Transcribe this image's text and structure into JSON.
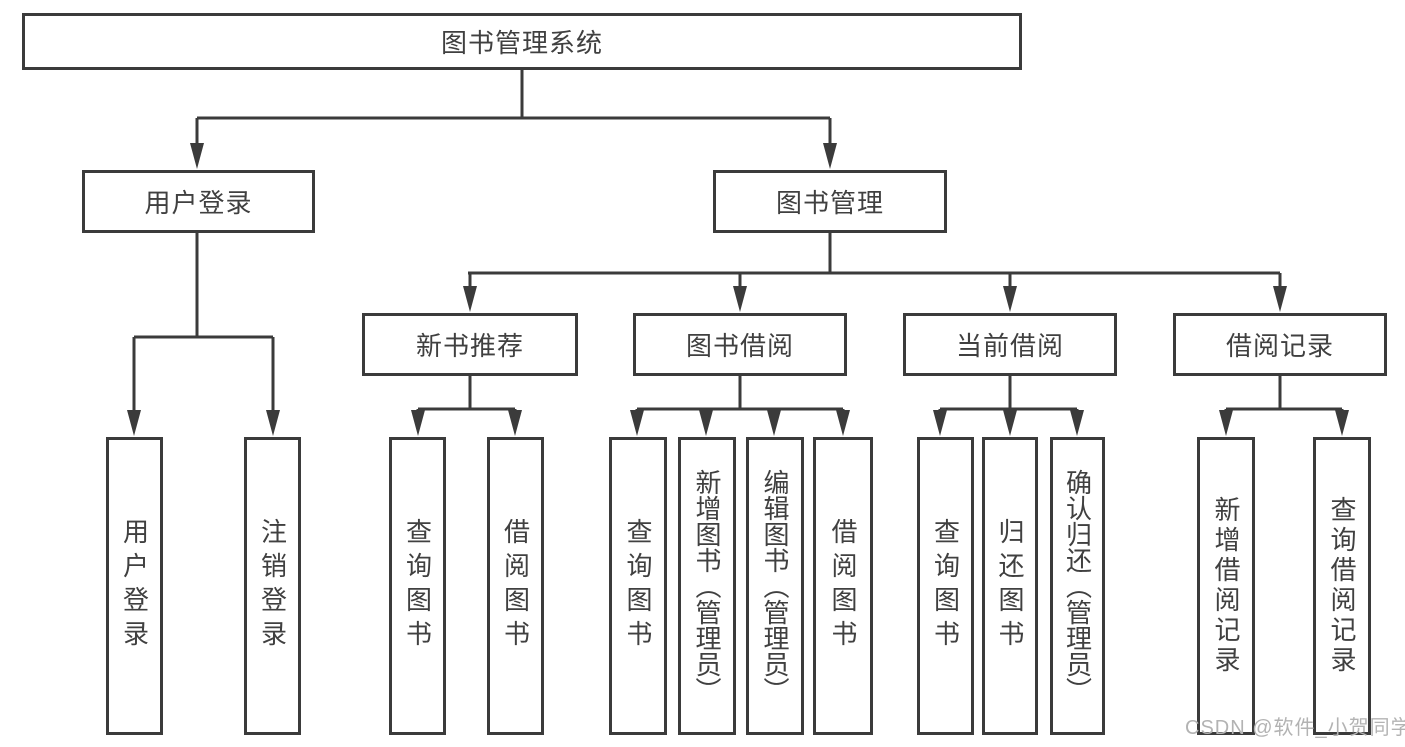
{
  "tree": {
    "root": "图书管理系统",
    "branches": [
      {
        "label": "用户登录",
        "children": [
          {
            "label": "用户登录"
          },
          {
            "label": "注销登录"
          }
        ]
      },
      {
        "label": "图书管理",
        "groups": [
          {
            "label": "新书推荐",
            "children": [
              {
                "label": "查询图书"
              },
              {
                "label": "借阅图书"
              }
            ]
          },
          {
            "label": "图书借阅",
            "children": [
              {
                "label": "查询图书"
              },
              {
                "label": "新增图书（管理员）"
              },
              {
                "label": "编辑图书（管理员）"
              },
              {
                "label": "借阅图书"
              }
            ]
          },
          {
            "label": "当前借阅",
            "children": [
              {
                "label": "查询图书"
              },
              {
                "label": "归还图书"
              },
              {
                "label": "确认归还（管理员）"
              }
            ]
          },
          {
            "label": "借阅记录",
            "children": [
              {
                "label": "新增借阅记录"
              },
              {
                "label": "查询借阅记录"
              }
            ]
          }
        ]
      }
    ]
  },
  "watermark": "CSDN @软件_小贺同学",
  "colors": {
    "line": "#3b3b3b",
    "box_border": "#3b3b3b",
    "text": "#404040",
    "watermark_text": "#b3b3b3",
    "background": "#ffffff"
  }
}
